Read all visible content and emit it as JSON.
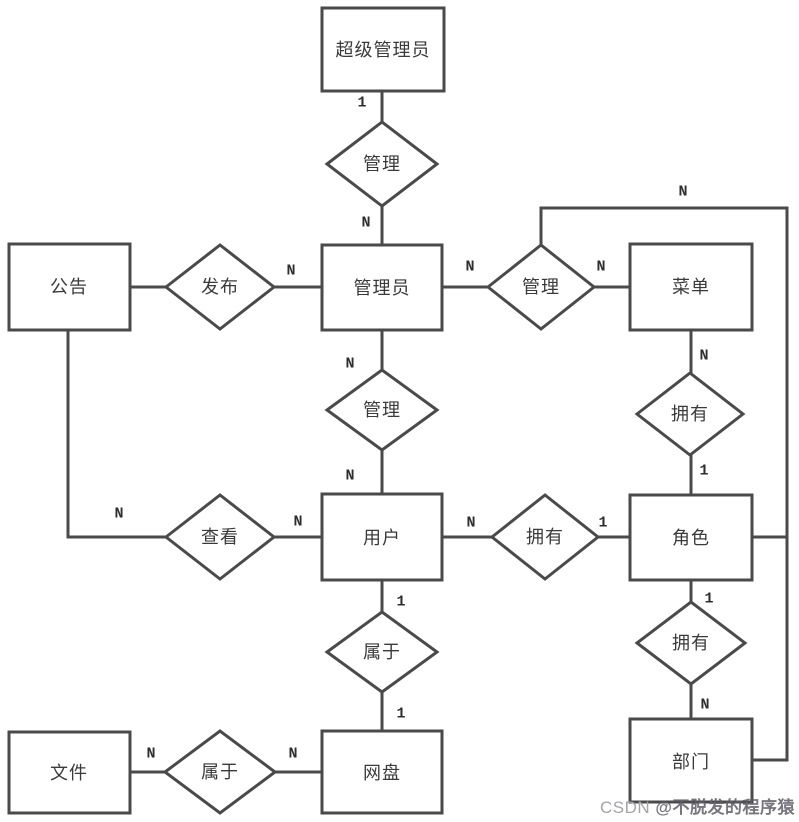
{
  "diagram": {
    "type": "er-diagram",
    "colors": {
      "line": "#4a4a4a",
      "label_text": "#3a3a3a",
      "background": "#ffffff",
      "watermark_prefix": "#a4a4ac",
      "watermark_handle": "#5d5d66"
    },
    "entities": [
      {
        "id": "super-admin",
        "label": "超级管理员"
      },
      {
        "id": "announcement",
        "label": "公告"
      },
      {
        "id": "admin",
        "label": "管理员"
      },
      {
        "id": "menu",
        "label": "菜单"
      },
      {
        "id": "user",
        "label": "用户"
      },
      {
        "id": "role",
        "label": "角色"
      },
      {
        "id": "file",
        "label": "文件"
      },
      {
        "id": "netdisk",
        "label": "网盘"
      },
      {
        "id": "department",
        "label": "部门"
      }
    ],
    "relationships": [
      {
        "id": "manage-superadmin-admin",
        "label": "管理"
      },
      {
        "id": "publish-announcement-admin",
        "label": "发布"
      },
      {
        "id": "manage-admin-menu",
        "label": "管理"
      },
      {
        "id": "manage-admin-user",
        "label": "管理"
      },
      {
        "id": "own-menu-role",
        "label": "拥有"
      },
      {
        "id": "view-announcement-user",
        "label": "查看"
      },
      {
        "id": "own-user-role",
        "label": "拥有"
      },
      {
        "id": "belong-user-netdisk",
        "label": "属于"
      },
      {
        "id": "own-role-department",
        "label": "拥有"
      },
      {
        "id": "belong-file-netdisk",
        "label": "属于"
      }
    ],
    "cardinalities": [
      {
        "id": "superadmin-to-manage",
        "value": "1"
      },
      {
        "id": "manage-to-admin",
        "value": "N"
      },
      {
        "id": "publish-to-admin",
        "value": "N"
      },
      {
        "id": "admin-to-manage2",
        "value": "N"
      },
      {
        "id": "manage2-to-menu",
        "value": "N"
      },
      {
        "id": "manage2-long-line",
        "value": "N"
      },
      {
        "id": "admin-to-manage3",
        "value": "N"
      },
      {
        "id": "manage3-to-user",
        "value": "N"
      },
      {
        "id": "menu-to-own1",
        "value": "N"
      },
      {
        "id": "own1-to-role",
        "value": "1"
      },
      {
        "id": "announcement-to-view",
        "value": "N"
      },
      {
        "id": "view-to-user",
        "value": "N"
      },
      {
        "id": "user-to-own2",
        "value": "N"
      },
      {
        "id": "own2-to-role",
        "value": "1"
      },
      {
        "id": "user-to-belong1",
        "value": "1"
      },
      {
        "id": "belong1-to-netdisk",
        "value": "1"
      },
      {
        "id": "role-to-own3",
        "value": "1"
      },
      {
        "id": "own3-to-department",
        "value": "N"
      },
      {
        "id": "file-to-belong2",
        "value": "N"
      },
      {
        "id": "belong2-to-netdisk",
        "value": "N"
      }
    ]
  },
  "watermark": {
    "prefix": "CSDN ",
    "handle": "@不脱发的程序猿"
  }
}
